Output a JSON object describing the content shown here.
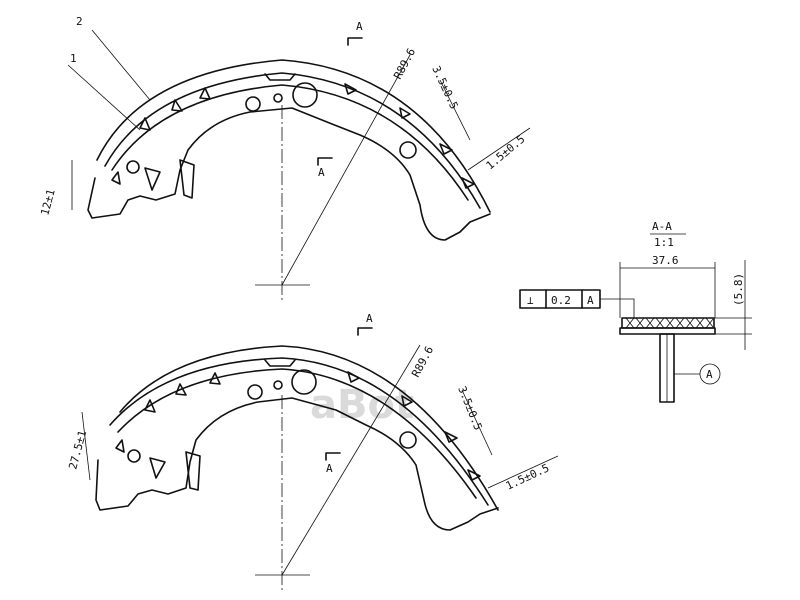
{
  "watermark": "aBot",
  "colors": {
    "line": "#111111",
    "background": "#ffffff",
    "watermark": "#bdbdbd"
  },
  "top_view": {
    "callout_1": "1",
    "callout_2": "2",
    "radius": "R89.6",
    "dim_lining_thickness": "3.5±0.5",
    "dim_edge": "1.5±0.5",
    "dim_width": "12±1",
    "section_marker_top": "A",
    "section_marker_bottom": "A"
  },
  "bottom_view": {
    "radius": "R89.6",
    "dim_lining_thickness": "3.5±0.5",
    "dim_edge": "1.5±0.5",
    "dim_width": "27.5±1",
    "section_marker_top": "A",
    "section_marker_bottom": "A"
  },
  "section": {
    "title": "A-A",
    "scale": "1:1",
    "width": "37.6",
    "height": "(5.8)",
    "tolerance_symbol": "⊥",
    "tolerance_value": "0.2",
    "datum": "A",
    "datum_bubble": "A"
  }
}
